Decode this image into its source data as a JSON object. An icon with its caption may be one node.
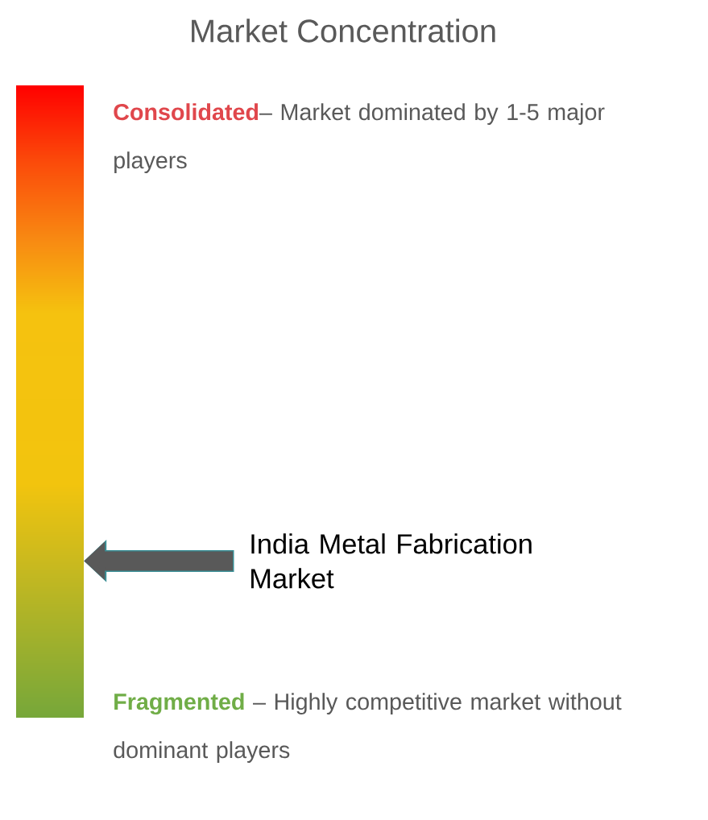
{
  "diagram": {
    "title": "Market Concentration",
    "nodes": [
      {
        "text": [],
        "shape": "bar"
      },
      {
        "text": [
          "India Metal Fabrication Market"
        ]
      }
    ],
    "edges": [
      {
        "from": 1,
        "to": 0,
        "arrow": "to"
      }
    ],
    "labels": [
      "**Consolidated**– Market dominated by 1-5 major players",
      "**Fragmented** – Highly competitive market without dominant players"
    ]
  }
}
